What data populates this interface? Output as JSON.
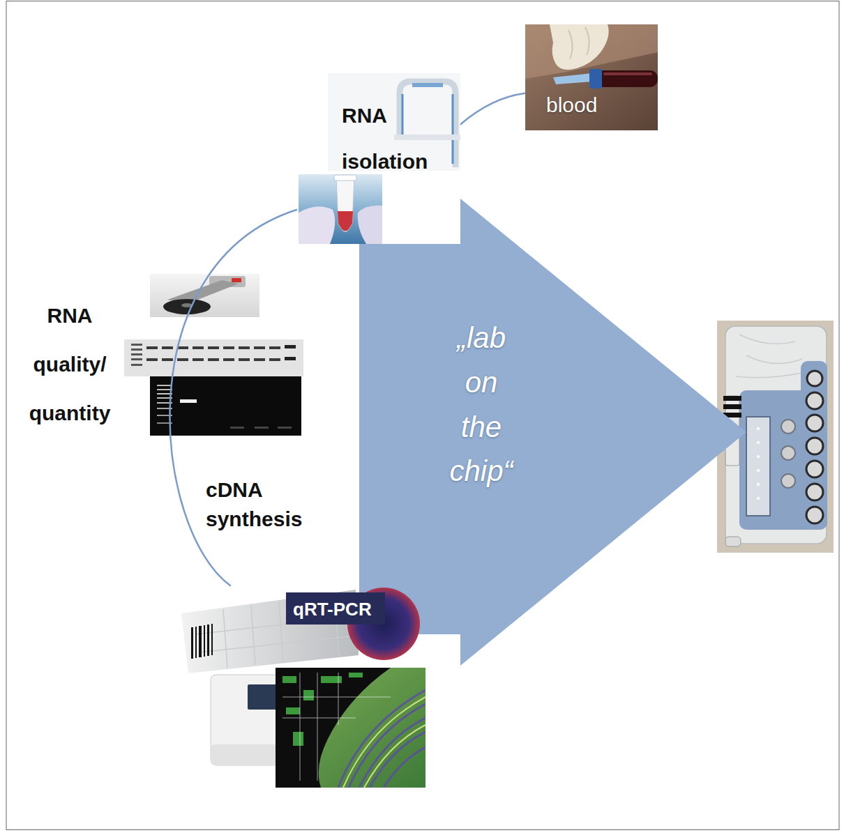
{
  "diagram": {
    "nodes": [
      {
        "text": [
          "blood"
        ]
      },
      {
        "text": [
          "RNA isolation"
        ]
      },
      {
        "text": [
          "qRT-PCR"
        ]
      },
      {
        "text": [
          "„lab on the chip“"
        ]
      }
    ],
    "edges": [
      {
        "from": 0,
        "to": 1,
        "arrow": "none"
      },
      {
        "from": 1,
        "to": 2,
        "arrow": "none"
      }
    ],
    "labels": [
      "RNA quality/ quantity",
      "cDNA synthesis"
    ]
  }
}
